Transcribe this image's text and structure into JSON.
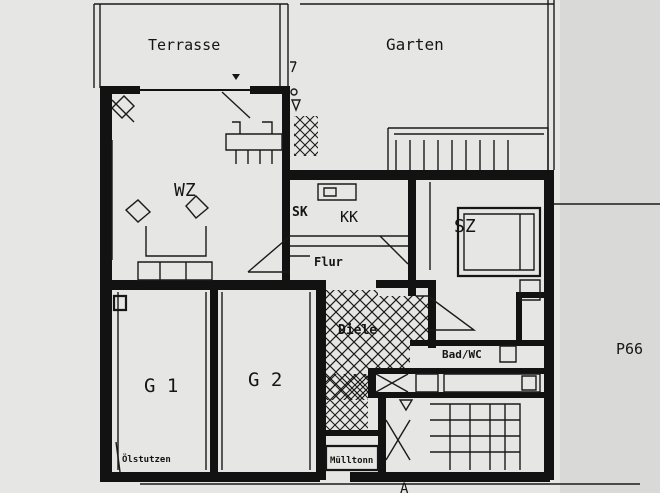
{
  "plan": {
    "rooms": {
      "terrasse": "Terrasse",
      "garten": "Garten",
      "wz": "WZ",
      "sk": "SK",
      "kk": "KK",
      "sz": "SZ",
      "flur": "Flur",
      "diele": "Diele",
      "badwc": "Bad/WC",
      "g1": "G 1",
      "g2": "G 2",
      "oelstutzen": "Ölstutzen",
      "muell": "Mülltonn"
    },
    "lot_label": "P66",
    "bottom_mark": "A"
  }
}
